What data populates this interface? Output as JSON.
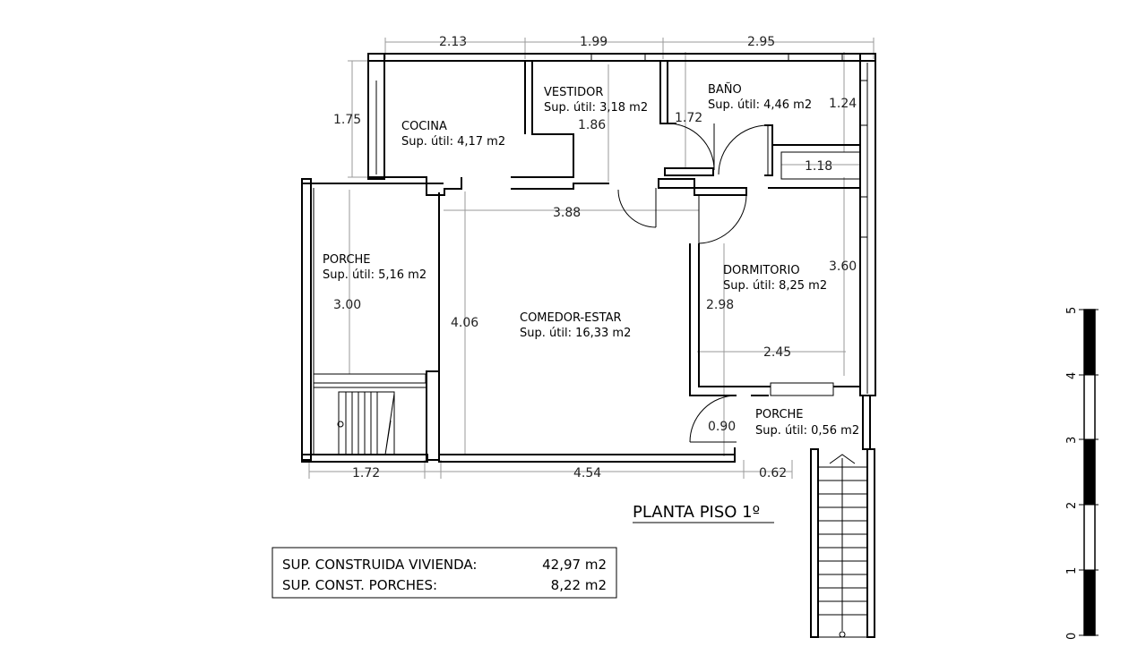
{
  "title": "PLANTA PISO 1º",
  "rooms": {
    "cocina": {
      "name": "COCINA",
      "area": "Sup. útil: 4,17 m2"
    },
    "vestidor": {
      "name": "VESTIDOR",
      "area": "Sup. útil: 3,18 m2"
    },
    "bano": {
      "name": "BAÑO",
      "area": "Sup. útil: 4,46 m2"
    },
    "porche_left": {
      "name": "PORCHE",
      "area": "Sup. útil: 5,16 m2"
    },
    "comedor": {
      "name": "COMEDOR-ESTAR",
      "area": "Sup. útil: 16,33 m2"
    },
    "dormitorio": {
      "name": "DORMITORIO",
      "area": "Sup. útil: 8,25 m2"
    },
    "porche_small": {
      "name": "PORCHE",
      "area": "Sup. útil: 0,56 m2"
    }
  },
  "dimensions": {
    "top_1": "2.13",
    "top_2": "1.99",
    "top_3": "2.95",
    "left_1": "1.75",
    "vestidor_h": "1.86",
    "door_w": "1.72",
    "bano_h": "1.24",
    "closet_w": "1.18",
    "comedor_w": "3.88",
    "porche_h": "3.00",
    "comedor_h": "4.06",
    "right_h": "3.60",
    "dorm_h": "2.98",
    "dorm_w": "2.45",
    "porche_small_h": "0.90",
    "bottom_1": "1.72",
    "bottom_2": "4.54",
    "bottom_3": "0.62"
  },
  "summary": {
    "row1_label": "SUP. CONSTRUIDA VIVIENDA:",
    "row1_value": "42,97 m2",
    "row2_label": "SUP. CONST. PORCHES:",
    "row2_value": "8,22 m2"
  },
  "scale": {
    "ticks": [
      "0",
      "1",
      "2",
      "3",
      "4",
      "5"
    ]
  }
}
